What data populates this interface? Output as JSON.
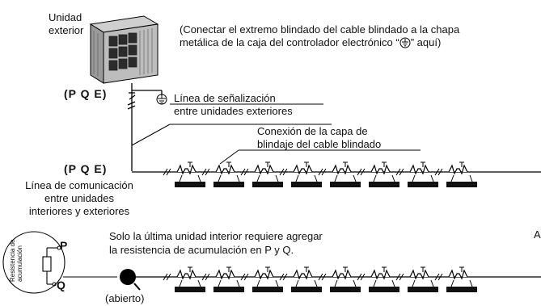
{
  "labels": {
    "outdoor_unit": "Unidad\nexterior",
    "shield_note_line1": "(Conectar el extremo blindado del cable blindado a la chapa",
    "shield_note_line2_a": "metálica de la caja del controlador electrónico “",
    "shield_note_line2_b": "” aquí)",
    "pqe_top": "(P Q E)",
    "signal_line": "Línea de señalización\nentre unidades exteriores",
    "shield_connection": "Conexión de la capa de\nblindaje del cable blindado",
    "pqe_mid": "(P Q E)",
    "comm_line": "Línea de comunicación\nentre unidades\ninteriores y exteriores",
    "last_unit_note_line1": "Solo la última unidad interior requiere agregar",
    "last_unit_note_line2": "la resistencia de acumulación en P y Q.",
    "resistor_label": "Resistencia de\nacumulación",
    "p": "P",
    "q": "Q",
    "open": "(abierto)",
    "edge_letter": "A"
  },
  "row1_indoor_units": 8,
  "row2_indoor_units": 8
}
